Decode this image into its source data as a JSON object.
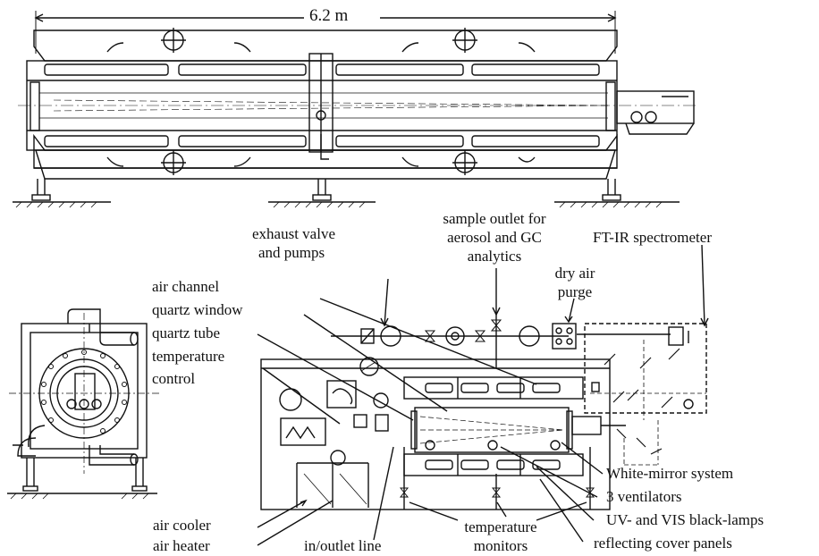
{
  "dimension_label": "6.2 m",
  "labels": {
    "exhaust_valve": "exhaust valve",
    "and_pumps": "and pumps",
    "sample_outlet_1": "sample outlet for",
    "sample_outlet_2": "aerosol and GC",
    "sample_outlet_3": "analytics",
    "ftir": "FT-IR spectrometer",
    "dry_air_1": "dry air",
    "dry_air_2": "purge",
    "air_channel": "air channel",
    "quartz_window": "quartz window",
    "quartz_tube": "quartz tube",
    "temperature": "temperature",
    "control": "control",
    "white_mirror": "White-mirror system",
    "ventilators": "3 ventilators",
    "lamps": "UV- and VIS black-lamps",
    "air_cooler": "air cooler",
    "temperature_monitors_1": "temperature",
    "temperature_monitors_2": "monitors",
    "air_heater": "air heater",
    "inlet_outlet_line": "in/outlet line",
    "reflecting_panels": "reflecting cover panels"
  },
  "colors": {
    "ink": "#111111",
    "background": "#ffffff"
  }
}
